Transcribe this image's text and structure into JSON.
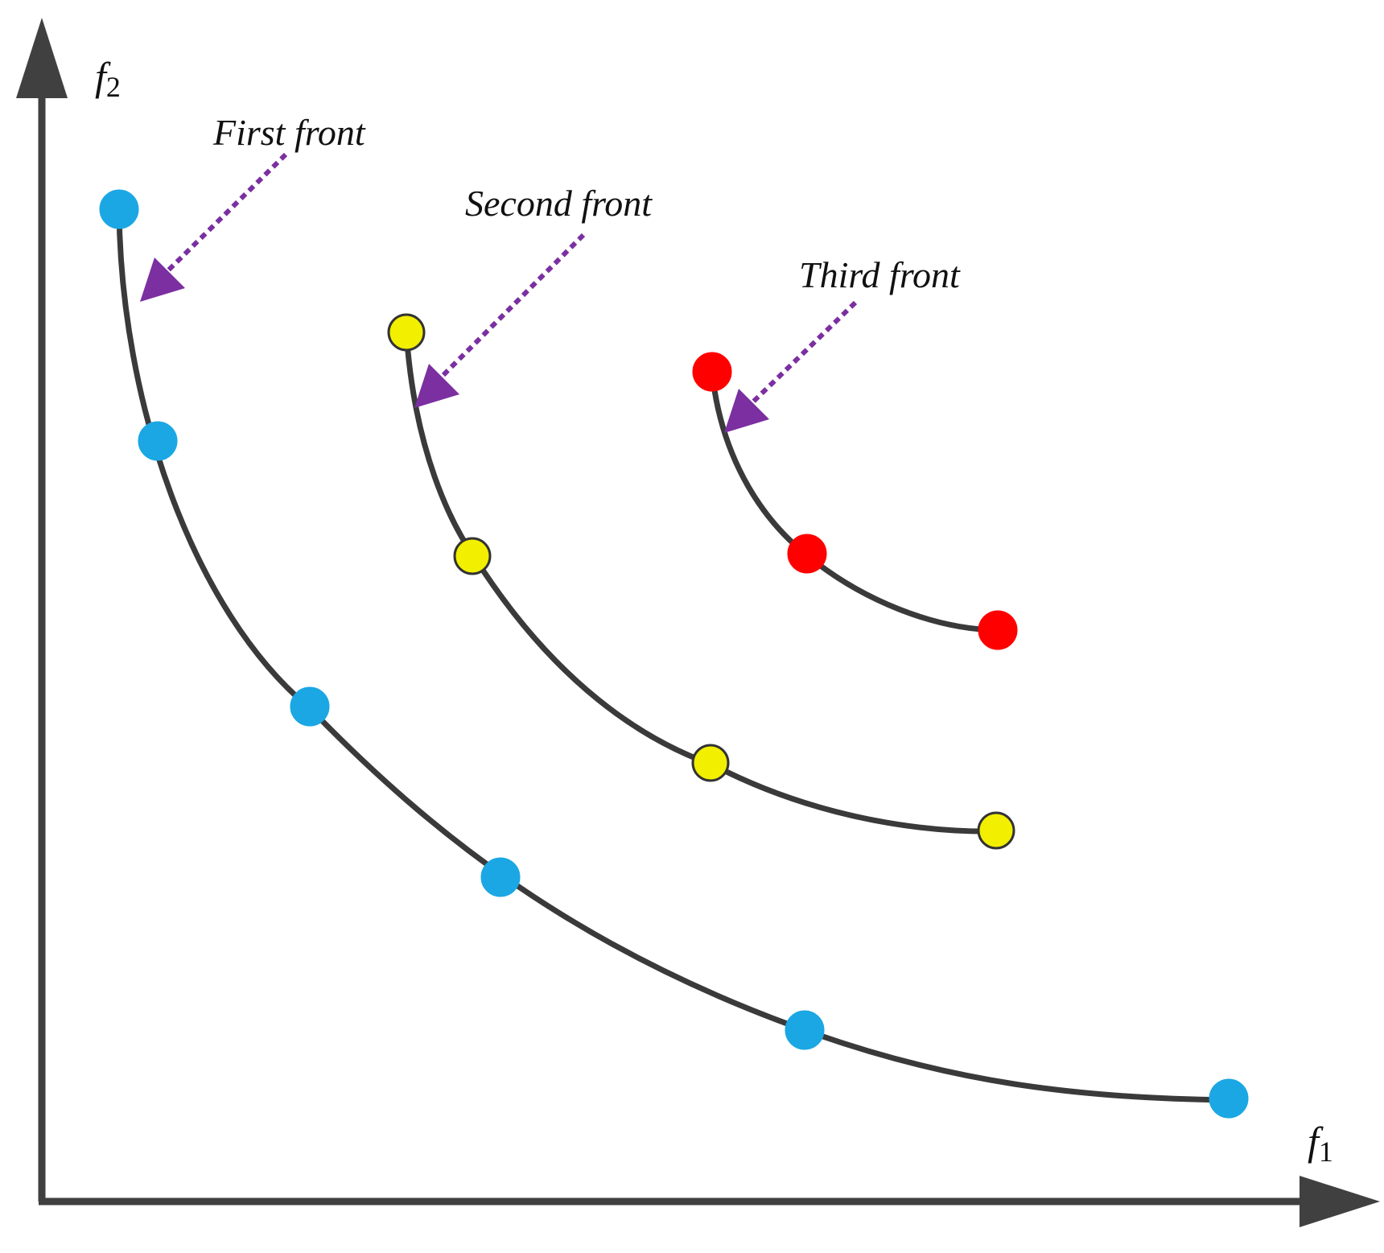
{
  "axes": {
    "x_label": {
      "symbol": "f",
      "subscript": "1"
    },
    "y_label": {
      "symbol": "f",
      "subscript": "2"
    },
    "axis_color": "#404040"
  },
  "curve_color": "#3a3a3a",
  "arrow_color": "#7b2fa0",
  "fronts": [
    {
      "label": "First front",
      "point_fill": "#1ba7e4",
      "point_stroke": "#1ba7e4"
    },
    {
      "label": "Second front",
      "point_fill": "#f2ef00",
      "point_stroke": "#333333"
    },
    {
      "label": "Third front",
      "point_fill": "#ff0000",
      "point_stroke": "#ff0000"
    }
  ]
}
